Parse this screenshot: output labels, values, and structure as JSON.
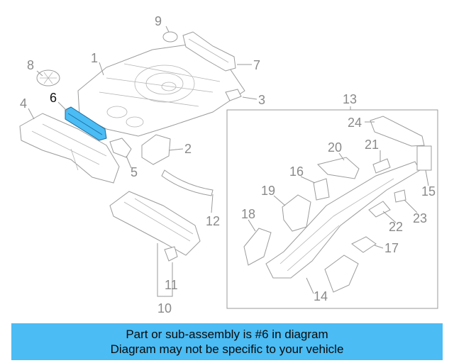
{
  "callouts": {
    "n1": "1",
    "n2": "2",
    "n3": "3",
    "n4": "4",
    "n5": "5",
    "n6": "6",
    "n7": "7",
    "n8": "8",
    "n9": "9",
    "n10": "10",
    "n11": "11",
    "n12": "12",
    "n13": "13",
    "n14": "14",
    "n15": "15",
    "n16": "16",
    "n17": "17",
    "n18": "18",
    "n19": "19",
    "n20": "20",
    "n21": "21",
    "n22": "22",
    "n23": "23",
    "n24": "24"
  },
  "highlight": {
    "part_number": "6",
    "color": "#4bbcf4"
  },
  "banner": {
    "line1": "Part or sub-assembly is #6 in diagram",
    "line2": "Diagram may not be specific to your vehicle",
    "background": "#4bbcf4"
  }
}
